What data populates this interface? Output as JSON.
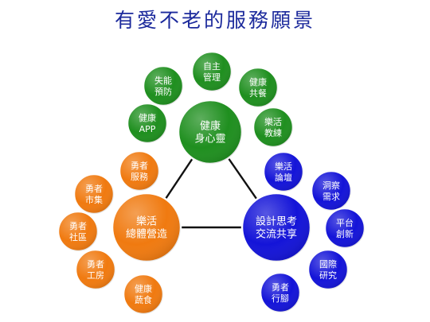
{
  "title": "有愛不老的服務願景",
  "colors": {
    "green": "#1f8f1f",
    "orange": "#f07a10",
    "blue": "#1414d8",
    "title": "#1c2a9c"
  },
  "clusters": [
    {
      "id": "health",
      "color": "green",
      "hub": [
        "健康",
        "身心靈"
      ],
      "satellites": [
        [
          "自主",
          "管理"
        ],
        [
          "失能",
          "預防"
        ],
        [
          "健康",
          "共餐"
        ],
        [
          "健康",
          "APP"
        ],
        [
          "樂活",
          "教練"
        ]
      ]
    },
    {
      "id": "living",
      "color": "orange",
      "hub": [
        "樂活",
        "總體營造"
      ],
      "satellites": [
        [
          "勇者",
          "服務"
        ],
        [
          "勇者",
          "市集"
        ],
        [
          "勇者",
          "社區"
        ],
        [
          "勇者",
          "工房"
        ],
        [
          "健康",
          "蔬食"
        ]
      ]
    },
    {
      "id": "design",
      "color": "blue",
      "hub": [
        "設計思考",
        "交流共享"
      ],
      "satellites": [
        [
          "樂活",
          "論壇"
        ],
        [
          "洞察",
          "需求"
        ],
        [
          "平台",
          "創新"
        ],
        [
          "國際",
          "研究"
        ],
        [
          "勇者",
          "行腳"
        ]
      ]
    }
  ]
}
